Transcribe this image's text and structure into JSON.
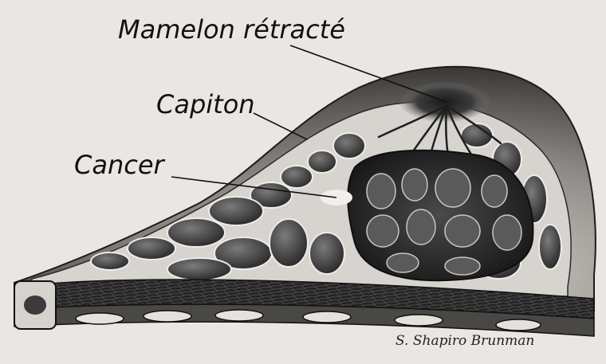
{
  "labels": {
    "mamelon": "Mamelon rétracté",
    "capiton": "Capiton",
    "cancer": "Cancer"
  },
  "signature": "S. Shapiro Brunman",
  "colors": {
    "background": "#e9e6e3",
    "ink": "#111111",
    "tissue_dark": "#2b2b2b",
    "tissue_mid": "#6a6a6a",
    "tissue_light": "#d9d6d2"
  }
}
